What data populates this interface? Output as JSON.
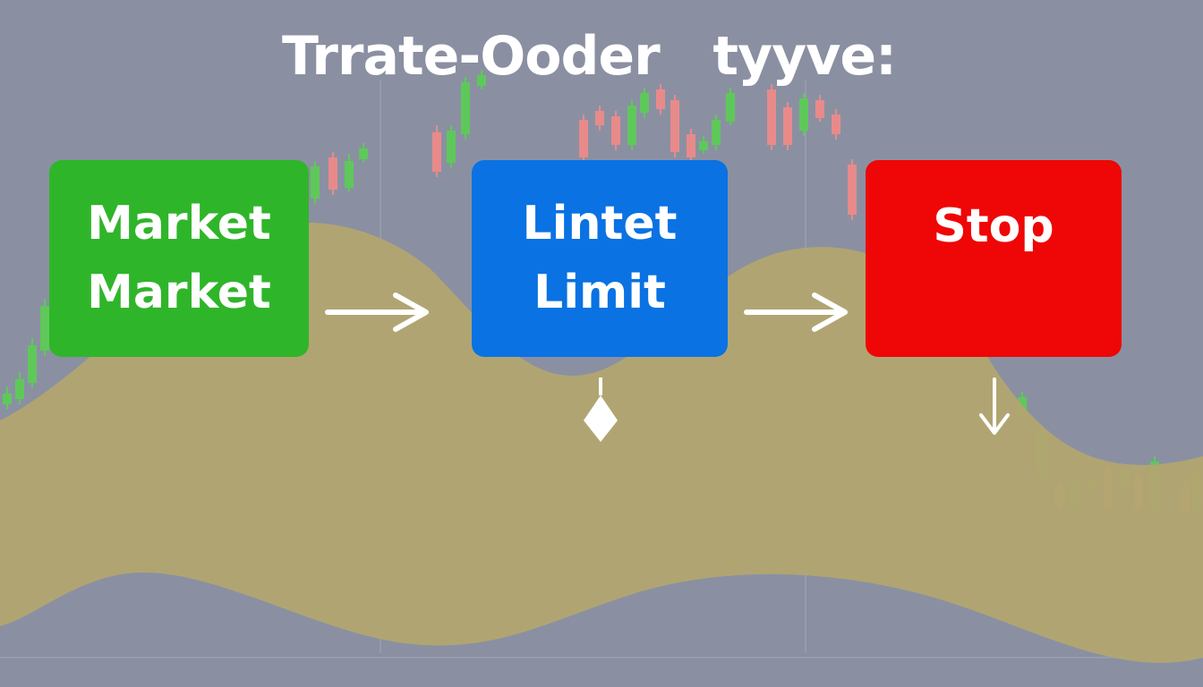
{
  "title": "Trrate-Ooder   tyyve:",
  "boxes": {
    "market": {
      "line1": "Market",
      "line2": "Market"
    },
    "limit": {
      "line1": "Lintet",
      "line2": "Limit"
    },
    "stop": {
      "line1": "Stop"
    }
  },
  "colors": {
    "background": "#8a90a2",
    "market": "#2fb52a",
    "limit": "#0a72e3",
    "stop": "#ef0606",
    "area_fill": "#b2a770",
    "candle_up": "#5fc85a",
    "candle_down": "#e98a8a",
    "connector": "#ffffff"
  },
  "icons": {
    "arrow_market_limit": "arrow-right-icon",
    "arrow_limit_stop": "arrow-right-icon",
    "limit_marker": "diamond-icon",
    "stop_marker": "arrow-down-icon"
  }
}
